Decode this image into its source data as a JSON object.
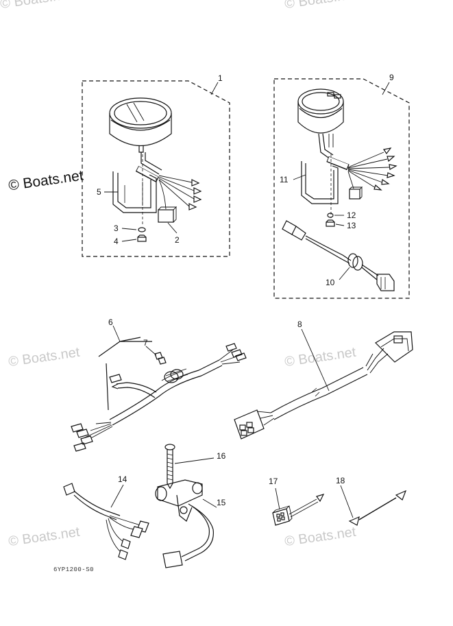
{
  "watermarks": {
    "top_left": "© Boats.net",
    "top_right": "© Boats.net",
    "left_main": "© Boats.net",
    "mid_left": "© Boats.net",
    "mid_right": "© Boats.net",
    "bottom_left": "© Boats.net",
    "bottom_right": "© Boats.net"
  },
  "diagram_code": "6YP1200-S0",
  "callouts": {
    "c1": "1",
    "c2": "2",
    "c3": "3",
    "c4": "4",
    "c5": "5",
    "c6": "6",
    "c7": "7",
    "c8": "8",
    "c9": "9",
    "c10": "10",
    "c11": "11",
    "c12": "12",
    "c13": "13",
    "c14": "14",
    "c15": "15",
    "c16": "16",
    "c17": "17",
    "c18": "18"
  }
}
